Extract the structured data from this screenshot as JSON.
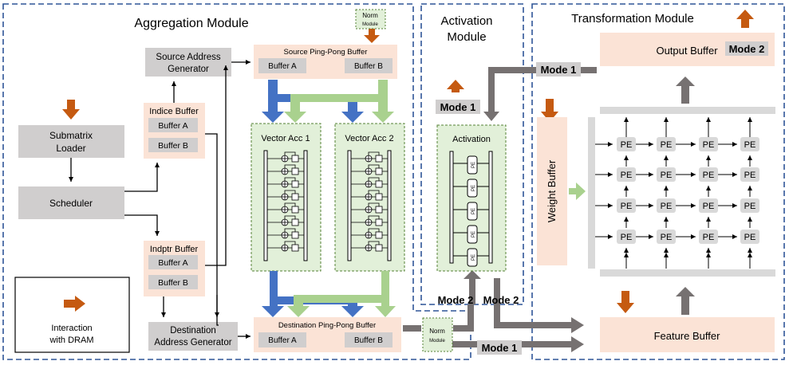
{
  "modules": {
    "aggregation": {
      "title": "Aggregation Module"
    },
    "activation": {
      "title_line1": "Activation",
      "title_line2": "Module"
    },
    "transformation": {
      "title": "Transformation Module"
    }
  },
  "norm": {
    "top": "Norm",
    "bottom": "Module"
  },
  "blocks": {
    "source_address_generator": {
      "line1": "Source Address",
      "line2": "Generator"
    },
    "indice_buffer": {
      "title": "Indice Buffer",
      "a": "Buffer A",
      "b": "Buffer B"
    },
    "submatrix_loader": {
      "line1": "Submatrix",
      "line2": "Loader"
    },
    "scheduler": "Scheduler",
    "indptr_buffer": {
      "title": "Indptr Buffer",
      "a": "Buffer A",
      "b": "Buffer B"
    },
    "destination_address_generator": {
      "line1": "Destination",
      "line2": "Address Generator"
    },
    "source_pingpong": {
      "title": "Source Ping-Pong Buffer",
      "a": "Buffer A",
      "b": "Buffer B"
    },
    "destination_pingpong": {
      "title": "Destination  Ping-Pong Buffer",
      "a": "Buffer A",
      "b": "Buffer B"
    },
    "vector_acc1": "Vector Acc 1",
    "vector_acc2": "Vector Acc 2",
    "activation_unit": {
      "title": "Activation",
      "pe_label": "PE"
    },
    "output_buffer": "Output Buffer",
    "weight_buffer": "Weight Buffer",
    "feature_buffer": "Feature Buffer",
    "pe_label": "PE"
  },
  "mode_labels": {
    "mode1_activation": "Mode 1",
    "mode1_top": "Mode 1",
    "mode2_output": "Mode 2",
    "mode2_left": "Mode 2",
    "mode2_right": "Mode 2",
    "mode1_bottom": "Mode 1"
  },
  "legend": {
    "line1": "Interaction",
    "line2": "with DRAM"
  },
  "colors": {
    "module_border": "#2f5597",
    "dram_arrow": "#c55a11",
    "peach": "#fbe3d6",
    "gray_block": "#d0cece",
    "green_fill": "#e2f0d9",
    "blue_arrow": "#4472c4",
    "green_arrow": "#a9d18e",
    "gray_arrow": "#767171"
  }
}
